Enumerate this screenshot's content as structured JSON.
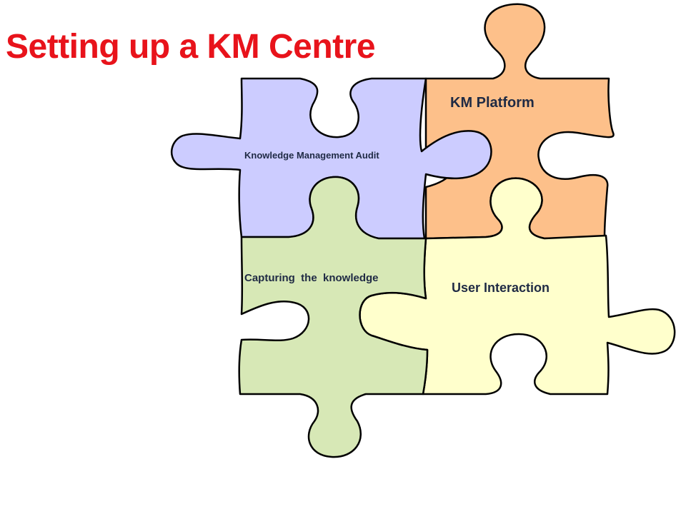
{
  "slide": {
    "title": "Setting up a KM Centre",
    "title_color": "#e8131b"
  },
  "puzzle": {
    "outline_color": "#000000",
    "label_color": "#1f2a44",
    "pieces": [
      {
        "id": "audit",
        "label": "Knowledge Management Audit",
        "fill": "#ccccff"
      },
      {
        "id": "platform",
        "label": "KM Platform",
        "fill": "#fdc08a"
      },
      {
        "id": "capturing",
        "label": "Capturing  the  knowledge",
        "fill": "#d7e8b6"
      },
      {
        "id": "interaction",
        "label": "User Interaction",
        "fill": "#ffffcc"
      }
    ]
  }
}
